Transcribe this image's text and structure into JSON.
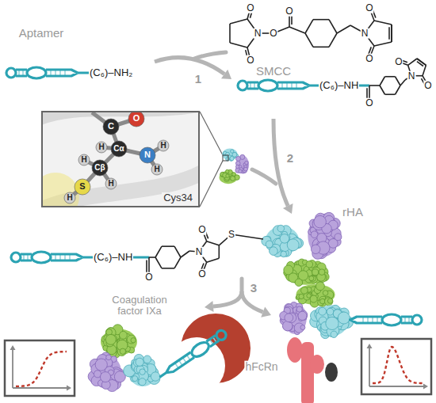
{
  "diagram": {
    "nodes": [
      {
        "text": [
          "Cys34"
        ]
      }
    ],
    "labels": [
      "Aptamer",
      "O",
      "N",
      "O",
      "O",
      "O",
      "N",
      "O",
      "O",
      "(C₆)–NH₂",
      "1",
      "SMCC",
      "(C₆)–NH",
      "O",
      "N",
      "O",
      "O",
      "O",
      "C",
      "H",
      "Cα",
      "H",
      "N",
      "H",
      "Cβ",
      "H",
      "H",
      "S",
      "H",
      "2",
      "rHA",
      "(C₆)–NH",
      "O",
      "O",
      "N",
      "O",
      "S",
      "3",
      "Coagulation factor IXa",
      "hFcRn"
    ]
  }
}
